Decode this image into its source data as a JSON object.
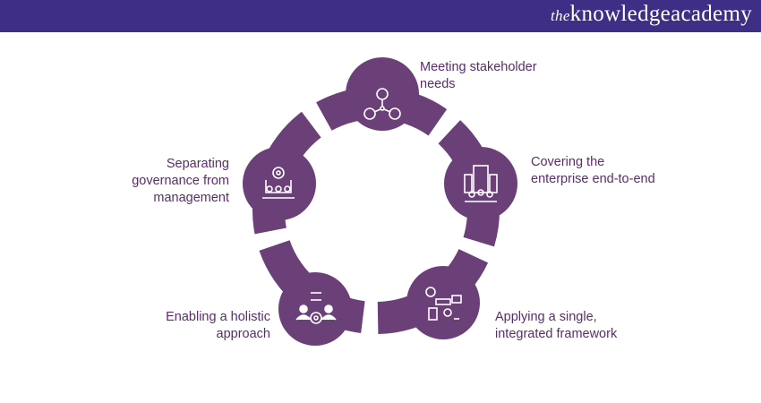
{
  "header": {
    "logo_prefix": "the",
    "logo_main": "knowledgeacademy"
  },
  "colors": {
    "header": "#3f2e85",
    "segment": "#6b3f78",
    "label": "#5b2d6b"
  },
  "steps": [
    {
      "label_line1": "Meeting stakeholder",
      "label_line2": "needs",
      "icon": "people-network-icon"
    },
    {
      "label_line1": "Covering the",
      "label_line2": "enterprise end-to-end",
      "icon": "enterprise-building-icon"
    },
    {
      "label_line1": "Applying a single,",
      "label_line2": "integrated framework",
      "icon": "integrated-framework-icon"
    },
    {
      "label_line1": "Enabling a holistic",
      "label_line2": "approach",
      "icon": "team-gear-icon"
    },
    {
      "label_line1": "Separating",
      "label_line2": "governance from",
      "label_line3": "management",
      "icon": "governance-gear-icon"
    }
  ]
}
